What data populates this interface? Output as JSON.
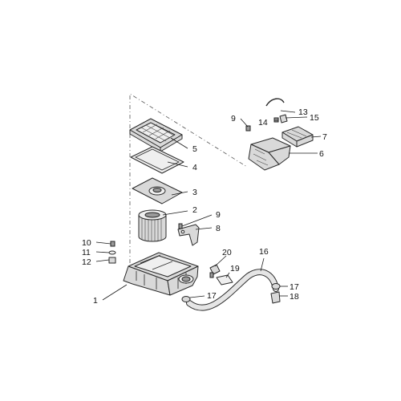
{
  "callouts": {
    "c1": "1",
    "c2": "2",
    "c3": "3",
    "c4": "4",
    "c5": "5",
    "c6": "6",
    "c7": "7",
    "c8": "8",
    "c9a": "9",
    "c9b": "9",
    "c10": "10",
    "c11": "11",
    "c12": "12",
    "c13": "13",
    "c14": "14",
    "c15": "15",
    "c16": "16",
    "c17a": "17",
    "c17b": "17",
    "c18": "18",
    "c19": "19",
    "c20": "20"
  }
}
